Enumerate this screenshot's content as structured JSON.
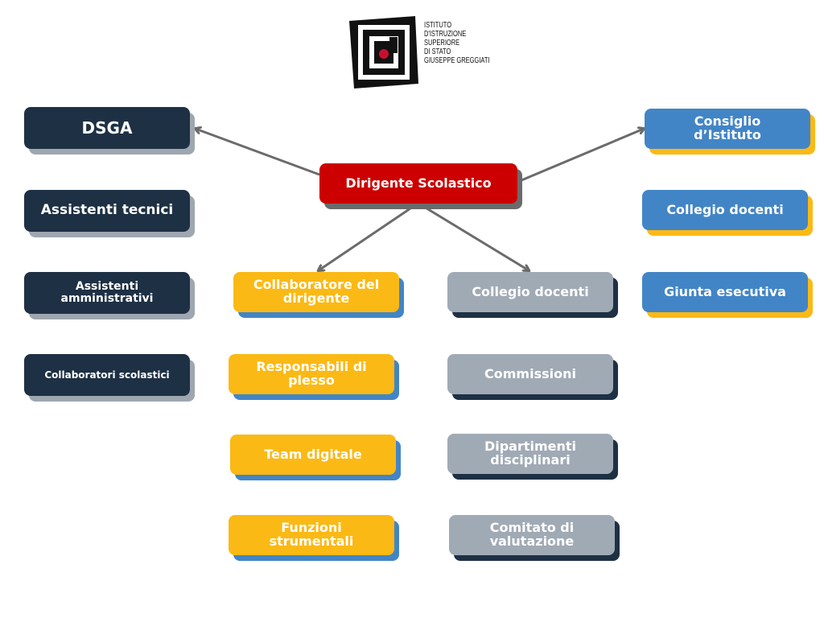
{
  "logo": {
    "lines": [
      "ISTITUTO",
      "D'ISTRUZIONE",
      "SUPERIORE",
      "DI STATO",
      "GIUSEPPE GREGGIATI"
    ]
  },
  "center": {
    "label": "Dirigente Scolastico"
  },
  "left_column": [
    {
      "label": "DSGA"
    },
    {
      "label": "Assistenti tecnici"
    },
    {
      "label": "Assistenti amministrativi"
    },
    {
      "label": "Collaboratori scolastici"
    }
  ],
  "middle_left_column": [
    {
      "label": "Collaboratore del dirigente"
    },
    {
      "label": "Responsabili di plesso"
    },
    {
      "label": "Team digitale"
    },
    {
      "label": "Funzioni strumentali"
    }
  ],
  "middle_right_column": [
    {
      "label": "Collegio docenti"
    },
    {
      "label": "Commissioni"
    },
    {
      "label": "Dipartimenti disciplinari"
    },
    {
      "label": "Comitato di valutazione"
    }
  ],
  "right_column": [
    {
      "label": "Consiglio d’Istituto"
    },
    {
      "label": "Collegio docenti"
    },
    {
      "label": "Giunta esecutiva"
    }
  ],
  "colors": {
    "dark_navy": "#1e3044",
    "red": "#cc0000",
    "blue": "#4285c6",
    "yellow": "#fbb915",
    "gray": "#a0aab5",
    "arrow": "#6b6b6b"
  }
}
